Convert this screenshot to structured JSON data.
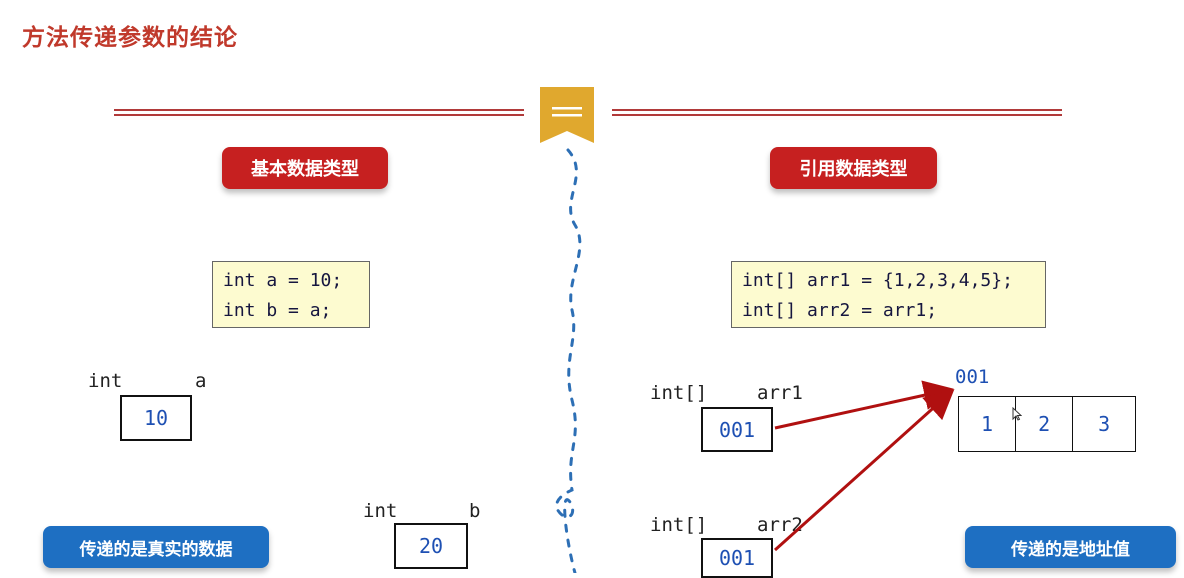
{
  "page": {
    "title": "方法传递参数的结论"
  },
  "left": {
    "header": "基本数据类型",
    "code": [
      "int a = 10;",
      "int b = a;"
    ],
    "var_a": {
      "type": "int",
      "name": "a",
      "value": "10"
    },
    "var_b": {
      "type": "int",
      "name": "b",
      "value": "20"
    },
    "conclusion": "传递的是真实的数据"
  },
  "right": {
    "header": "引用数据类型",
    "code": [
      "int[] arr1 = {1,2,3,4,5};",
      "int[] arr2 = arr1;"
    ],
    "var_arr1": {
      "type": "int[]",
      "name": "arr1",
      "value": "001"
    },
    "var_arr2": {
      "type": "int[]",
      "name": "arr2",
      "value": "001"
    },
    "heap": {
      "address": "001",
      "cells": [
        "1",
        "2",
        "3"
      ]
    },
    "conclusion": "传递的是地址值"
  },
  "colors": {
    "title": "#c0392b",
    "red_pill": "#c62020",
    "blue_pill": "#1e6fc2",
    "ribbon": "#e0a82e",
    "arrow": "#b01010",
    "divider": "#2d6fb5"
  }
}
